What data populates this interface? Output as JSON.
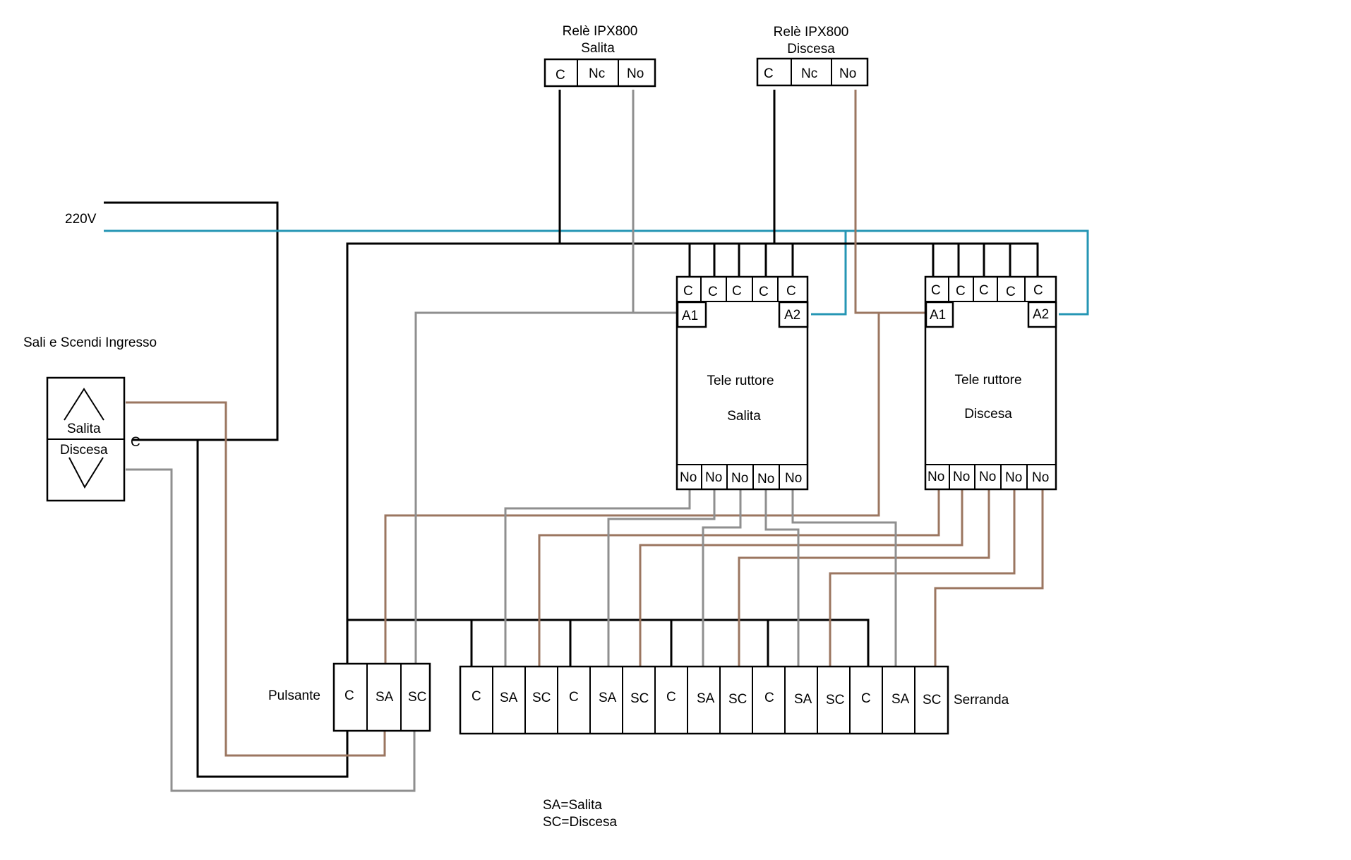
{
  "colors": {
    "phase": "#000000",
    "neutral": "#2596b4",
    "salita_wire": "#9b7660",
    "discesa_wire": "#8f8f8f"
  },
  "labels": {
    "v220": "220V",
    "switch_title": "Sali e Scendi Ingresso",
    "switch_up": "Salita",
    "switch_down": "Discesa",
    "switch_common": "C",
    "pulsante": "Pulsante",
    "serranda": "Serranda",
    "legend_sa": "SA=Salita",
    "legend_sc": "SC=Discesa"
  },
  "relays": [
    {
      "title": "Relè IPX800",
      "subtitle": "Salita",
      "terminals": [
        "C",
        "Nc",
        "No"
      ]
    },
    {
      "title": "Relè IPX800",
      "subtitle": "Discesa",
      "terminals": [
        "C",
        "Nc",
        "No"
      ]
    }
  ],
  "contactors": [
    {
      "line1": "Tele ruttore",
      "line2": "Salita",
      "top": [
        "C",
        "C",
        "C",
        "C",
        "C"
      ],
      "coil_a1": "A1",
      "coil_a2": "A2",
      "bottom": [
        "No",
        "No",
        "No",
        "No",
        "No"
      ]
    },
    {
      "line1": "Tele ruttore",
      "line2": "Discesa",
      "top": [
        "C",
        "C",
        "C",
        "C",
        "C"
      ],
      "coil_a1": "A1",
      "coil_a2": "A2",
      "bottom": [
        "No",
        "No",
        "No",
        "No",
        "No"
      ]
    }
  ],
  "pulsante_terminals": [
    "C",
    "SA",
    "SC"
  ],
  "serranda_terminals": [
    "C",
    "SA",
    "SC",
    "C",
    "SA",
    "SC",
    "C",
    "SA",
    "SC",
    "C",
    "SA",
    "SC",
    "C",
    "SA",
    "SC"
  ]
}
